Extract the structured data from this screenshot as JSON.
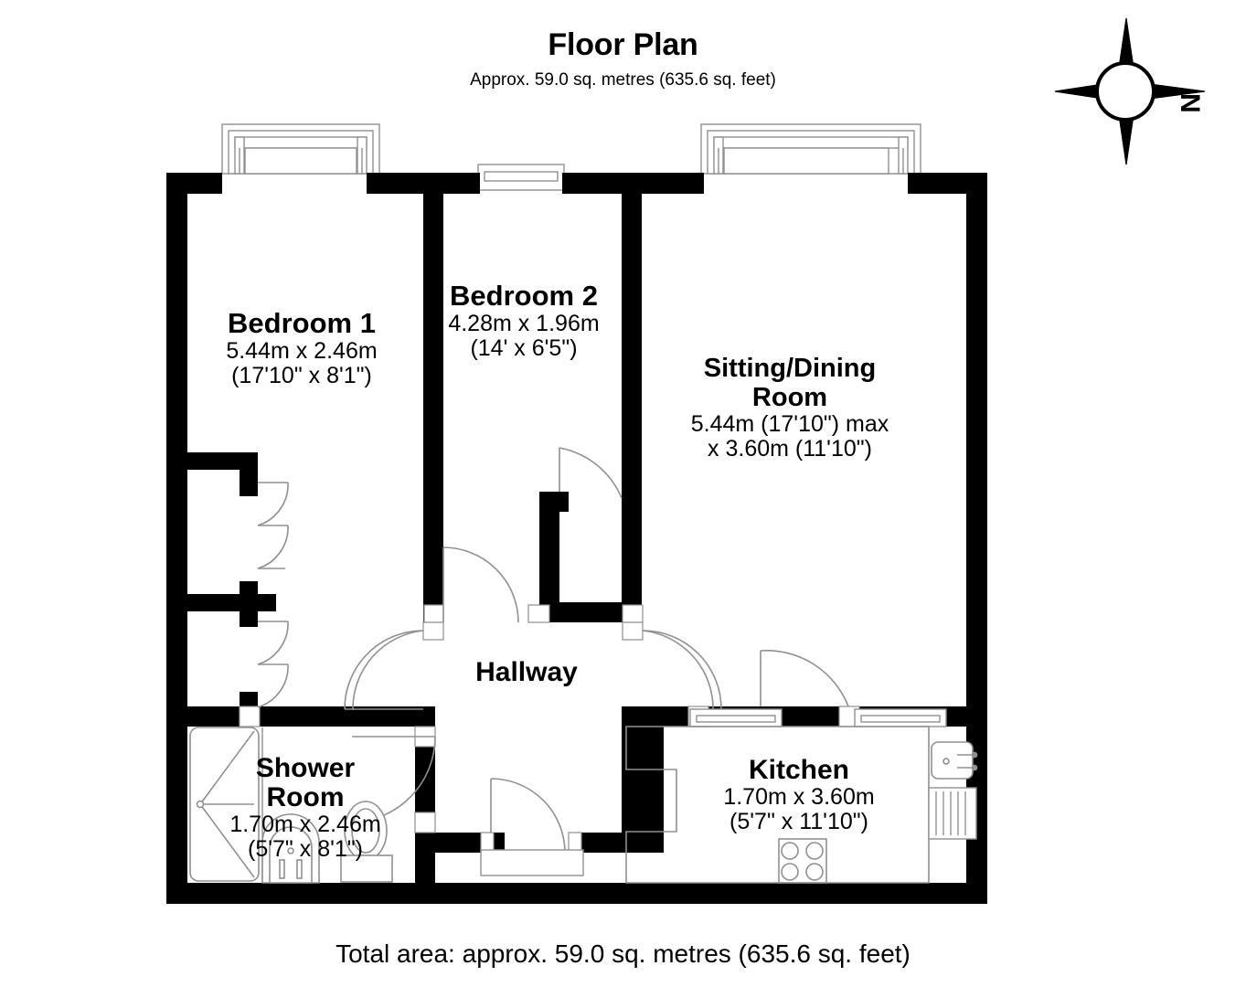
{
  "header": {
    "title": "Floor Plan",
    "subtitle": "Approx. 59.0 sq. metres (635.6 sq. feet)"
  },
  "footer": {
    "total_area": "Total area: approx. 59.0 sq. metres (635.6 sq. feet)"
  },
  "compass": {
    "label": "N",
    "icon": "compass-rose-icon"
  },
  "colors": {
    "wall": "#000000",
    "background": "#ffffff",
    "fixture_line": "#888888",
    "text": "#000000"
  },
  "rooms": [
    {
      "key": "bedroom1",
      "name": "Bedroom 1",
      "dim_metric": "5.44m x 2.46m",
      "dim_imperial": "(17'10\" x 8'1\")"
    },
    {
      "key": "bedroom2",
      "name": "Bedroom 2",
      "dim_metric": "4.28m x 1.96m",
      "dim_imperial": "(14' x 6'5\")"
    },
    {
      "key": "sitting_dining",
      "name_line1": "Sitting/Dining",
      "name_line2": "Room",
      "dim_metric": "5.44m (17'10\") max",
      "dim_imperial": "x 3.60m (11'10\")"
    },
    {
      "key": "hallway",
      "name": "Hallway"
    },
    {
      "key": "shower_room",
      "name_line1": "Shower",
      "name_line2": "Room",
      "dim_metric": "1.70m x 2.46m",
      "dim_imperial": "(5'7\" x 8'1\")"
    },
    {
      "key": "kitchen",
      "name": "Kitchen",
      "dim_metric": "1.70m x 3.60m",
      "dim_imperial": "(5'7\" x 11'10\")"
    }
  ],
  "fixtures": [
    {
      "name": "shower-tray",
      "room": "shower_room"
    },
    {
      "name": "wash-basin",
      "room": "shower_room"
    },
    {
      "name": "toilet",
      "room": "shower_room"
    },
    {
      "name": "kitchen-sink",
      "room": "kitchen"
    },
    {
      "name": "draining-board",
      "room": "kitchen"
    },
    {
      "name": "hob-four-ring",
      "room": "kitchen"
    },
    {
      "name": "kitchen-worktop",
      "room": "kitchen"
    },
    {
      "name": "wardrobe-upper",
      "room": "bedroom1"
    },
    {
      "name": "wardrobe-lower",
      "room": "bedroom1"
    }
  ],
  "openings": [
    {
      "name": "bay-window-bedroom1",
      "type": "bay-window"
    },
    {
      "name": "bay-window-sitting-dining",
      "type": "bay-window"
    },
    {
      "name": "window-bedroom2",
      "type": "window"
    },
    {
      "name": "window-kitchen-left",
      "type": "window"
    },
    {
      "name": "window-kitchen-right",
      "type": "window"
    },
    {
      "name": "door-bedroom1",
      "type": "door"
    },
    {
      "name": "door-bedroom2",
      "type": "door"
    },
    {
      "name": "door-sitting-dining",
      "type": "door"
    },
    {
      "name": "door-kitchen",
      "type": "door"
    },
    {
      "name": "door-shower-room",
      "type": "door"
    },
    {
      "name": "door-entrance",
      "type": "door"
    },
    {
      "name": "wardrobe-doors-upper",
      "type": "bifold-door"
    },
    {
      "name": "wardrobe-doors-lower",
      "type": "bifold-door"
    }
  ]
}
